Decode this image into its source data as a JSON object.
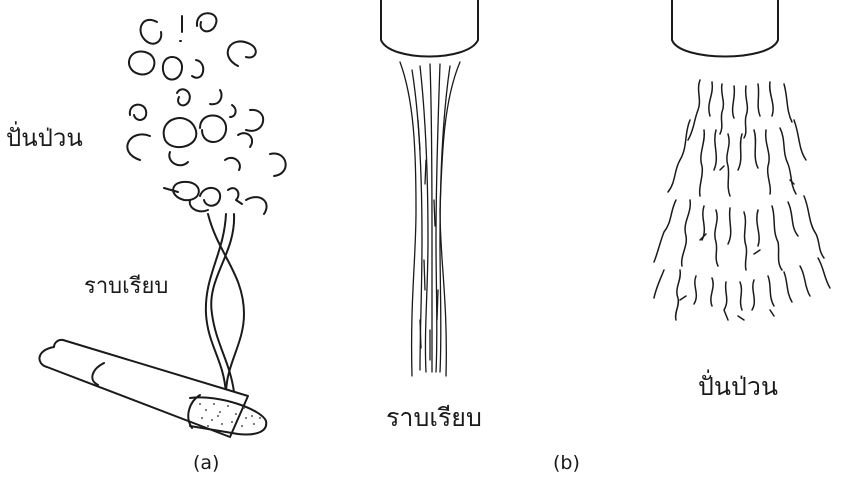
{
  "labels": {
    "panel_a_turbulent": "ปั่นป่วน",
    "panel_a_laminar": "ราบเรียบ",
    "panel_b_laminar": "ราบเรียบ",
    "panel_b_turbulent": "ปั่นป่วน"
  },
  "captions": {
    "a": "(a)",
    "b": "(b)"
  },
  "colors": {
    "ink": "#1a1a1a",
    "background": "#ffffff",
    "tip_dots": "#555555"
  }
}
